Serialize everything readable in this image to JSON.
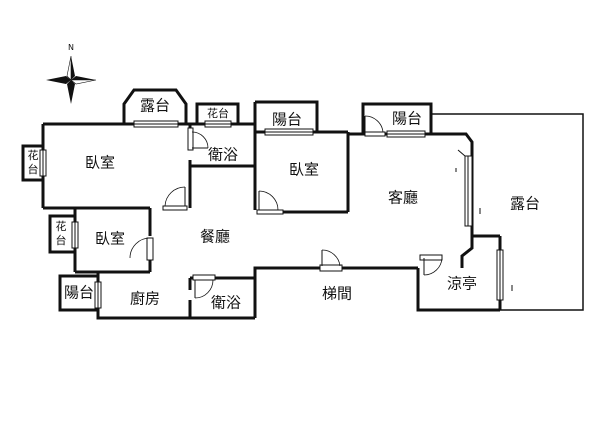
{
  "compass": {
    "north_label": "N"
  },
  "rooms": {
    "terrace_top": "露台",
    "flower_top": "花台",
    "balcony_top_left": "陽台",
    "balcony_top_right": "陽台",
    "bedroom_left": "臥室",
    "bath_top": "衛浴",
    "bedroom_center": "臥室",
    "living_room": "客廳",
    "terrace_right": "露台",
    "flower_left_top": "花台",
    "flower_left_mid": "花台",
    "bedroom_small": "臥室",
    "dining": "餐廳",
    "stairs": "梯間",
    "pavilion": "涼亭",
    "balcony_bottom": "陽台",
    "kitchen": "廚房",
    "bath_bottom": "衛浴"
  }
}
